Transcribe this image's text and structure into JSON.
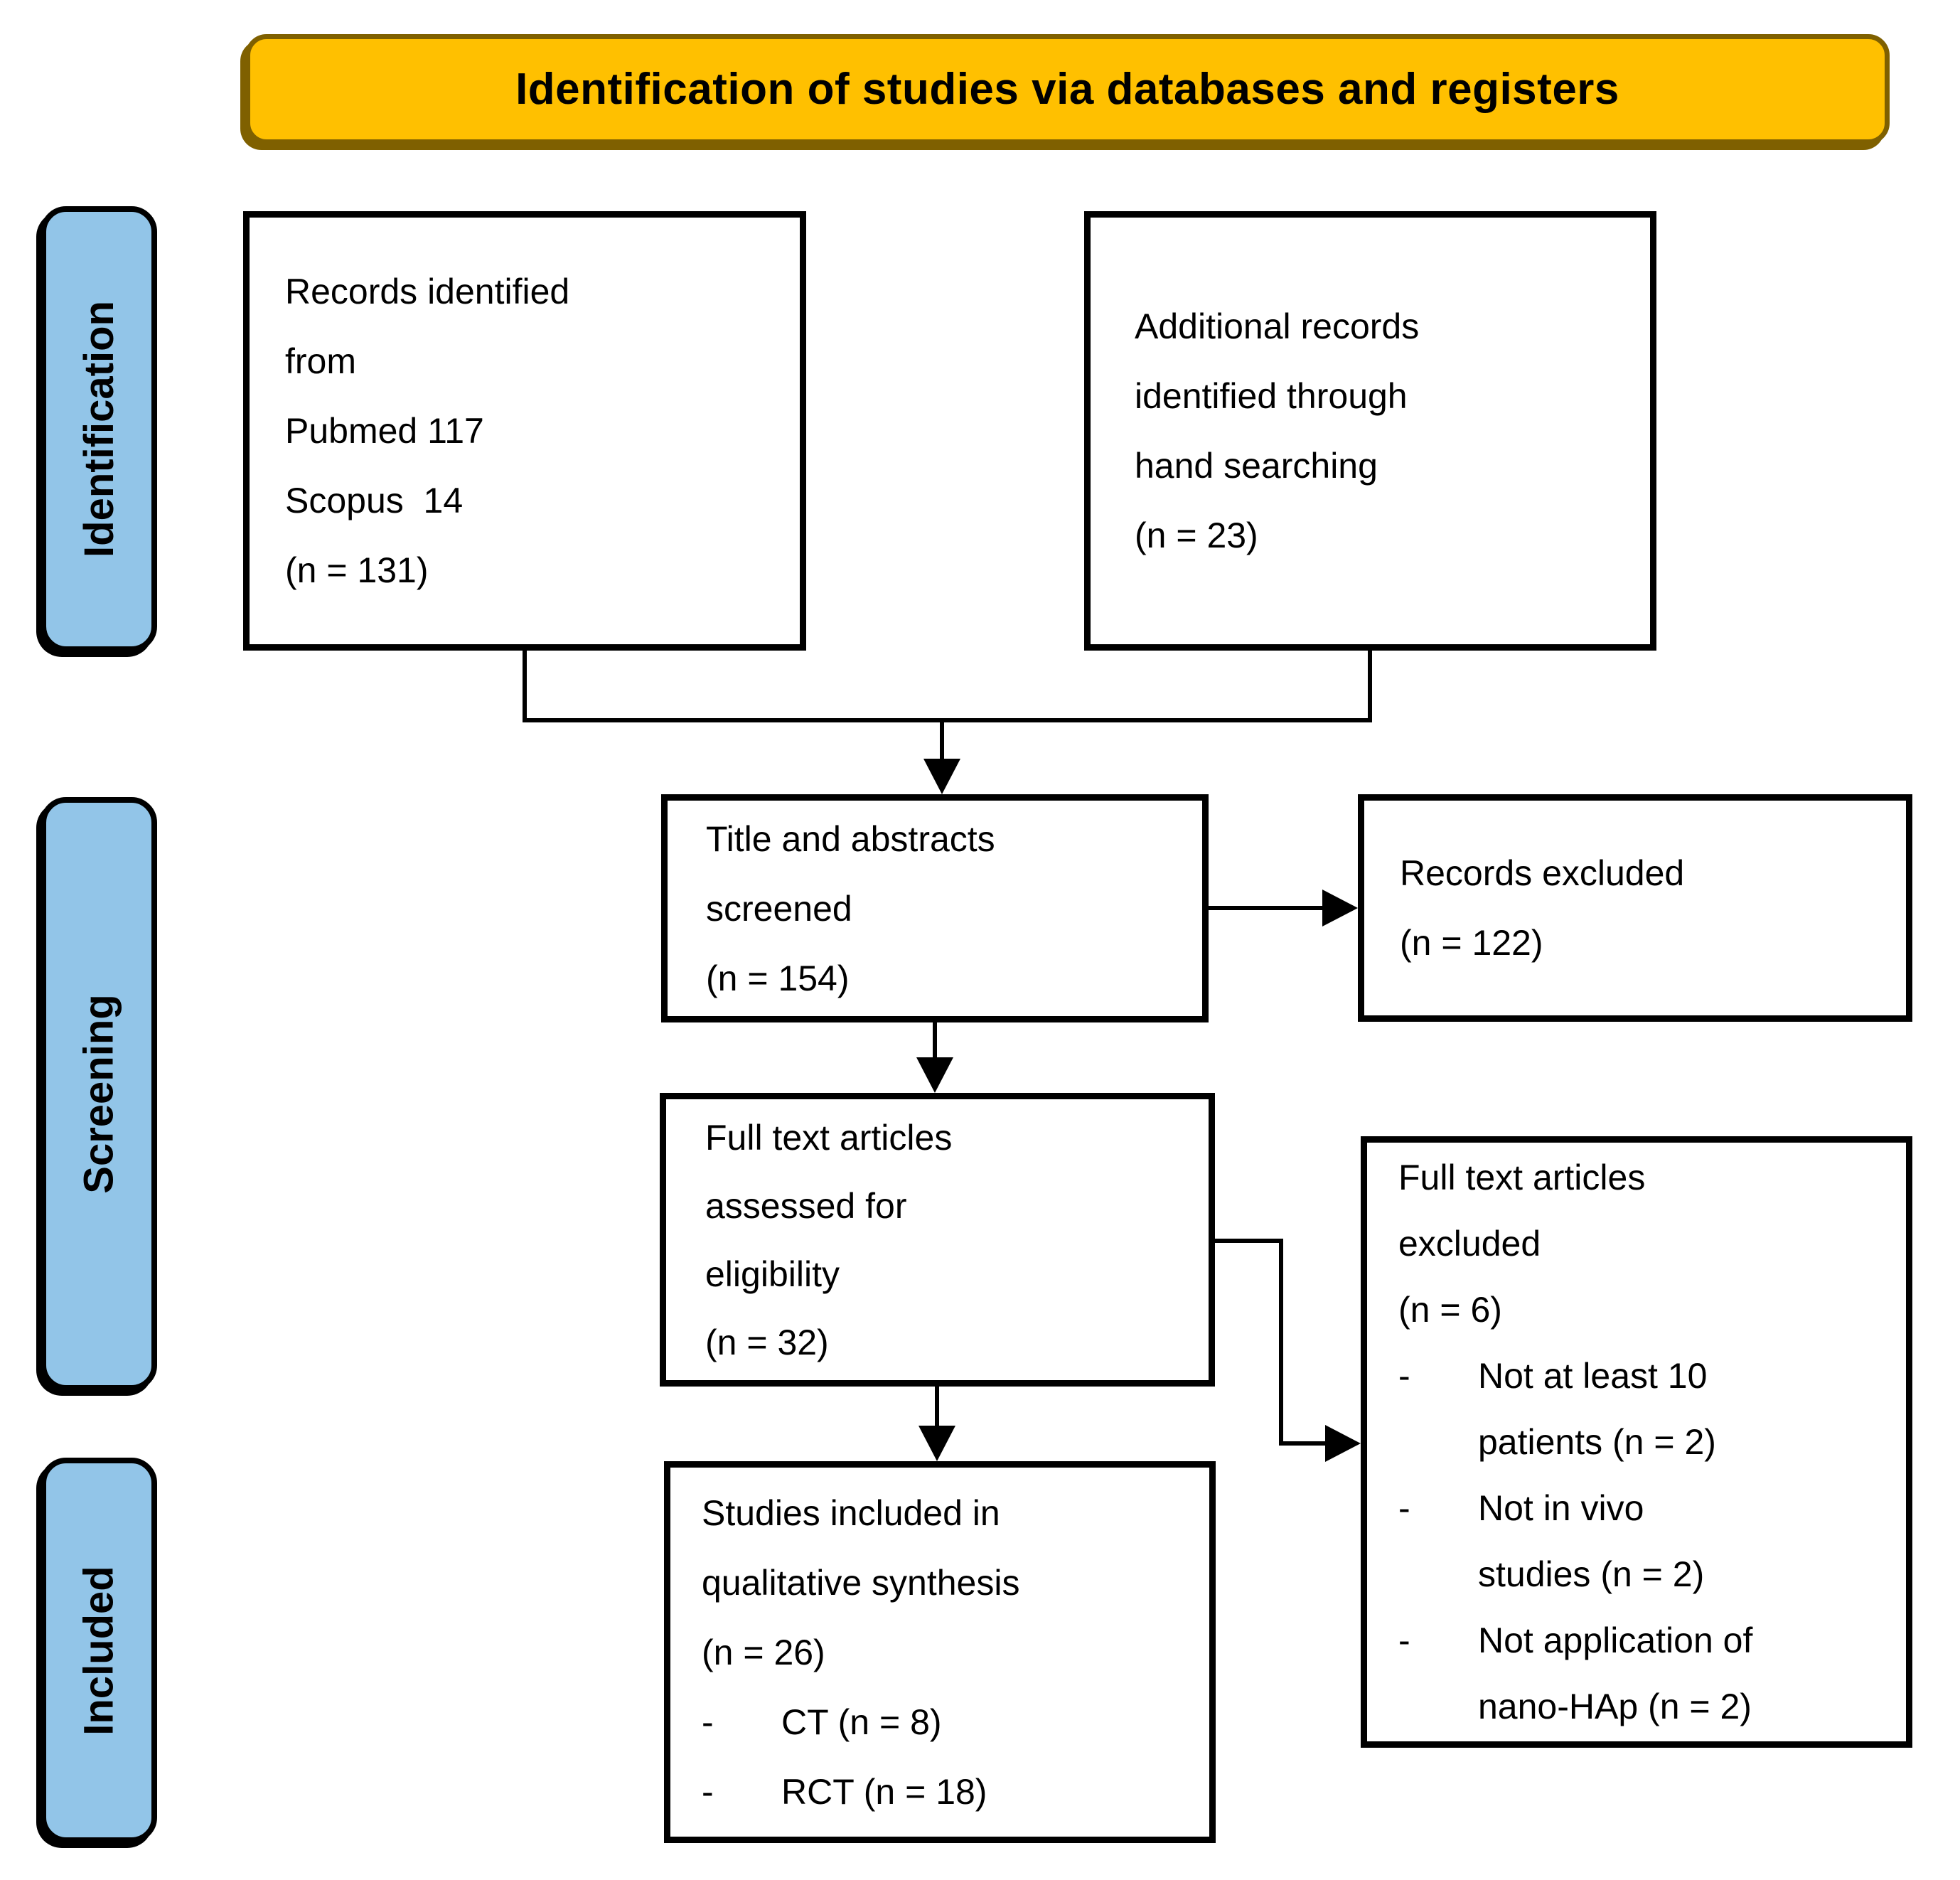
{
  "bullet_marker": "-",
  "colors": {
    "banner_fill": "#FFC000",
    "banner_border": "#7F6000",
    "stage_fill": "#92C5E8"
  },
  "banner": {
    "title": "Identification of studies via databases and registers"
  },
  "stages": [
    {
      "label": "Identification"
    },
    {
      "label": "Screening"
    },
    {
      "label": "Included"
    }
  ],
  "boxes": {
    "records_identified": {
      "lines": [
        "Records identified",
        "from",
        "Pubmed 117",
        "Scopus  14",
        "(n = 131)"
      ]
    },
    "additional_records": {
      "lines": [
        "Additional records",
        "identified through",
        "hand searching",
        "(n = 23)"
      ]
    },
    "title_abstracts_screened": {
      "lines": [
        "Title and abstracts",
        "screened",
        "(n = 154)"
      ]
    },
    "records_excluded": {
      "lines": [
        "Records excluded",
        "(n = 122)"
      ]
    },
    "full_text_assessed": {
      "lines": [
        "Full text articles",
        "assessed for",
        "eligibility",
        "(n = 32)"
      ]
    },
    "full_text_excluded": {
      "lines": [
        "Full text articles",
        "excluded",
        "(n = 6)"
      ],
      "bullets": [
        {
          "lines": [
            "Not at least 10",
            "patients (n = 2)"
          ]
        },
        {
          "lines": [
            "Not in vivo",
            "studies (n = 2)"
          ]
        },
        {
          "lines": [
            "Not application of",
            "nano-HAp (n = 2)"
          ]
        }
      ]
    },
    "studies_included": {
      "lines": [
        "Studies included in",
        "qualitative synthesis",
        "(n = 26)"
      ],
      "bullets": [
        {
          "lines": [
            "CT (n = 8)"
          ]
        },
        {
          "lines": [
            "RCT (n = 18)"
          ]
        }
      ]
    }
  }
}
